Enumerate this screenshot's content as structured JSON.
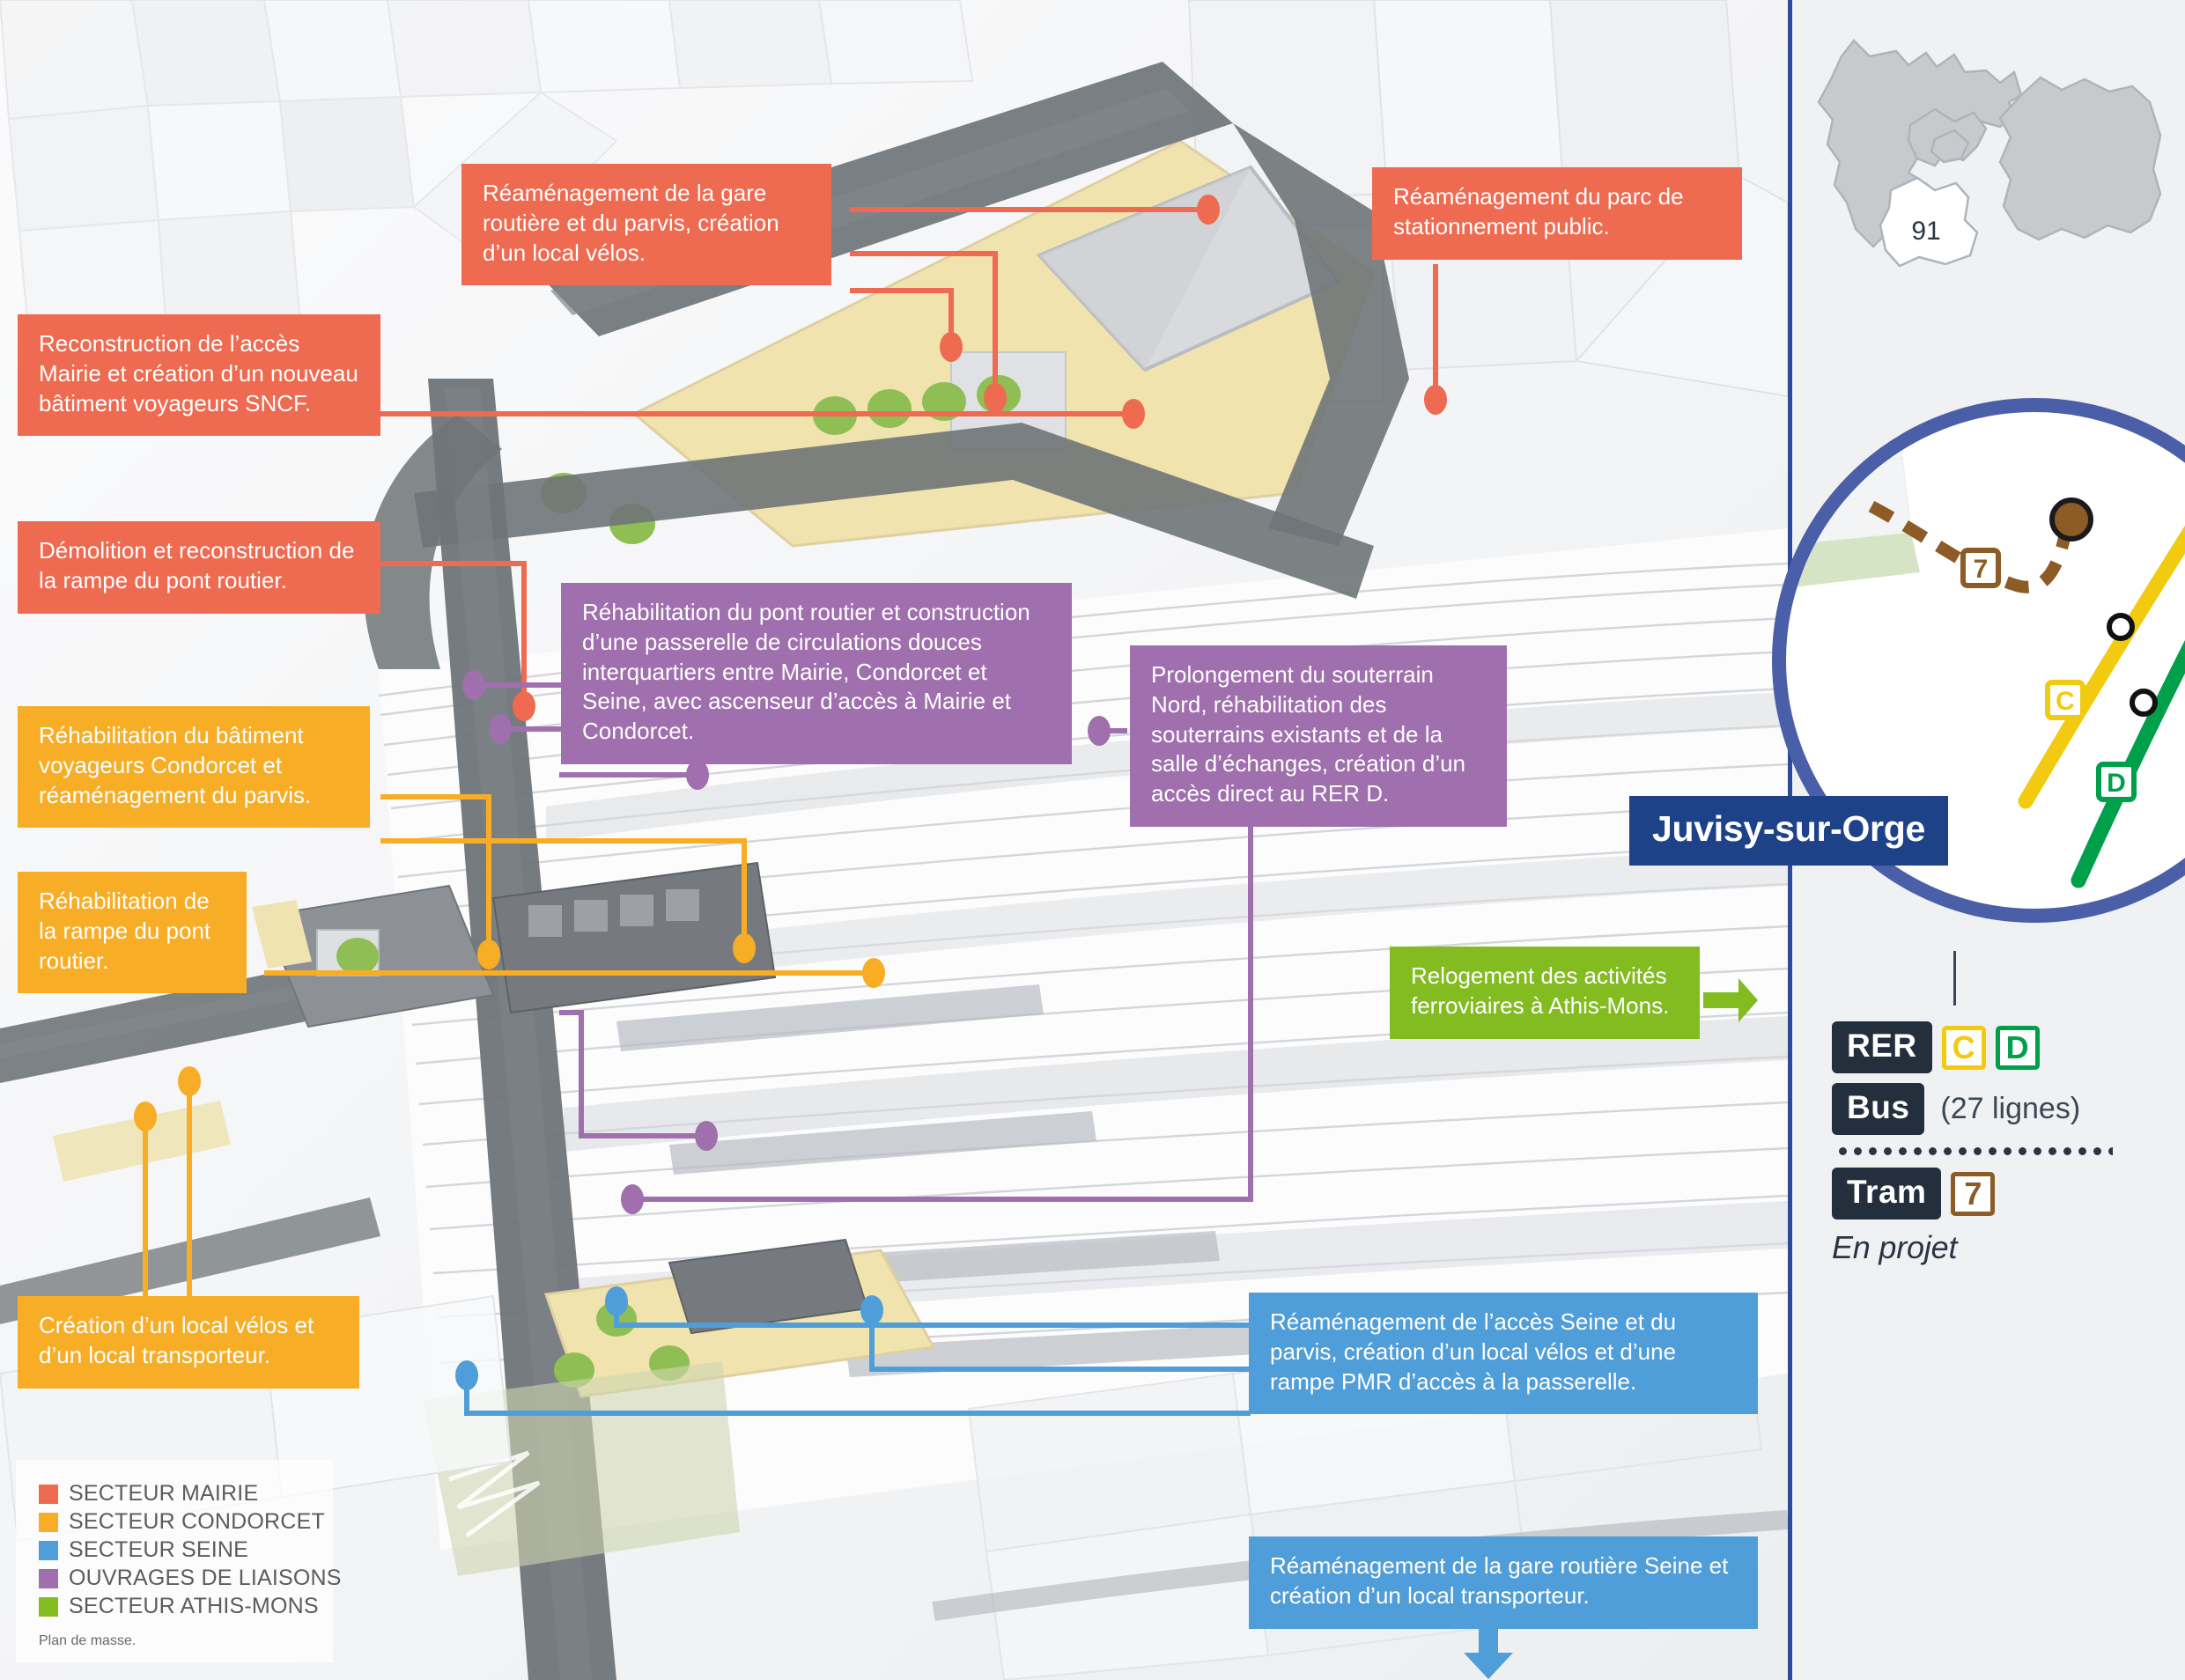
{
  "document": {
    "caption": "Plan de masse.",
    "station_name": "Juvisy-sur-Orge",
    "department_code": "91"
  },
  "callouts": [
    {
      "id": "gare-routiere-parvis",
      "sector": "mairie",
      "color": "#ee6a50",
      "text": "Réaménagement de la gare routière et du parvis, création d’un local vélos."
    },
    {
      "id": "parc-stationnement",
      "sector": "mairie",
      "color": "#ee6a50",
      "text": "Réaménagement du parc de stationnement public."
    },
    {
      "id": "acces-mairie-bv-sncf",
      "sector": "mairie",
      "color": "#ee6a50",
      "text": "Reconstruction de l’accès Mairie et création d’un nouveau bâtiment voyageurs SNCF."
    },
    {
      "id": "rampe-pont-routier-demolition",
      "sector": "mairie",
      "color": "#ee6a50",
      "text": "Démolition et reconstruction de la rampe du pont routier."
    },
    {
      "id": "pont-routier-passerelle",
      "sector": "liaisons",
      "color": "#a06fae",
      "text": "Réhabilitation du pont routier et construction d’une passerelle de circulations douces interquartiers entre Mairie, Condorcet et Seine, avec ascenseur d’accès à Mairie et Condorcet."
    },
    {
      "id": "souterrain-nord",
      "sector": "liaisons",
      "color": "#a06fae",
      "text": "Prolongement du souterrain Nord, réhabilitation des souterrains existants et de la salle d’échanges, création d’un accès direct au RER D."
    },
    {
      "id": "bv-condorcet",
      "sector": "condorcet",
      "color": "#f8ad26",
      "text": "Réhabilitation du bâtiment voyageurs Condorcet et réaménagement du parvis."
    },
    {
      "id": "rampe-pont-routier-rehab",
      "sector": "condorcet",
      "color": "#f8ad26",
      "text": "Réhabilitation de la rampe du pont routier."
    },
    {
      "id": "local-velos-transporteur",
      "sector": "condorcet",
      "color": "#f8ad26",
      "text": "Création d’un local vélos et d’un local transporteur."
    },
    {
      "id": "relogement-athis-mons",
      "sector": "athis-mons",
      "color": "#82bc21",
      "text": "Relogement des activités ferroviaires à Athis-Mons."
    },
    {
      "id": "acces-seine-parvis",
      "sector": "seine",
      "color": "#4f9dd9",
      "text": "Réaménagement de l’accès Seine et du parvis, création d’un local vélos et d’une rampe PMR d’accès à la passerelle."
    },
    {
      "id": "gare-routiere-seine",
      "sector": "seine",
      "color": "#4f9dd9",
      "text": "Réaménagement de la gare routière Seine et création d’un local transporteur."
    }
  ],
  "sector_legend": {
    "items": [
      {
        "label": "SECTEUR MAIRIE",
        "color": "#ee6a50"
      },
      {
        "label": "SECTEUR CONDORCET",
        "color": "#f8ad26"
      },
      {
        "label": "SECTEUR SEINE",
        "color": "#4f9dd9"
      },
      {
        "label": "OUVRAGES DE LIAISONS",
        "color": "#a06fae"
      },
      {
        "label": "SECTEUR ATHIS-MONS",
        "color": "#82bc21"
      }
    ]
  },
  "transit_legend": {
    "rer": {
      "mode_label": "RER",
      "lines": [
        {
          "label": "C",
          "color": "#f2cb10"
        },
        {
          "label": "D",
          "color": "#00a04b"
        }
      ]
    },
    "bus": {
      "mode_label": "Bus",
      "note": "(27 lignes)"
    },
    "tram": {
      "mode_label": "Tram",
      "lines": [
        {
          "label": "7",
          "color": "#8d5b25"
        }
      ],
      "status": "En projet"
    }
  },
  "inset_map": {
    "lines": [
      {
        "label": "C",
        "color": "#f2cb10",
        "type": "rer"
      },
      {
        "label": "D",
        "color": "#00a04b",
        "type": "rer"
      },
      {
        "label": "7",
        "color": "#8d5b25",
        "type": "tram-projet"
      }
    ],
    "ring_color": "#4a5fa8"
  }
}
